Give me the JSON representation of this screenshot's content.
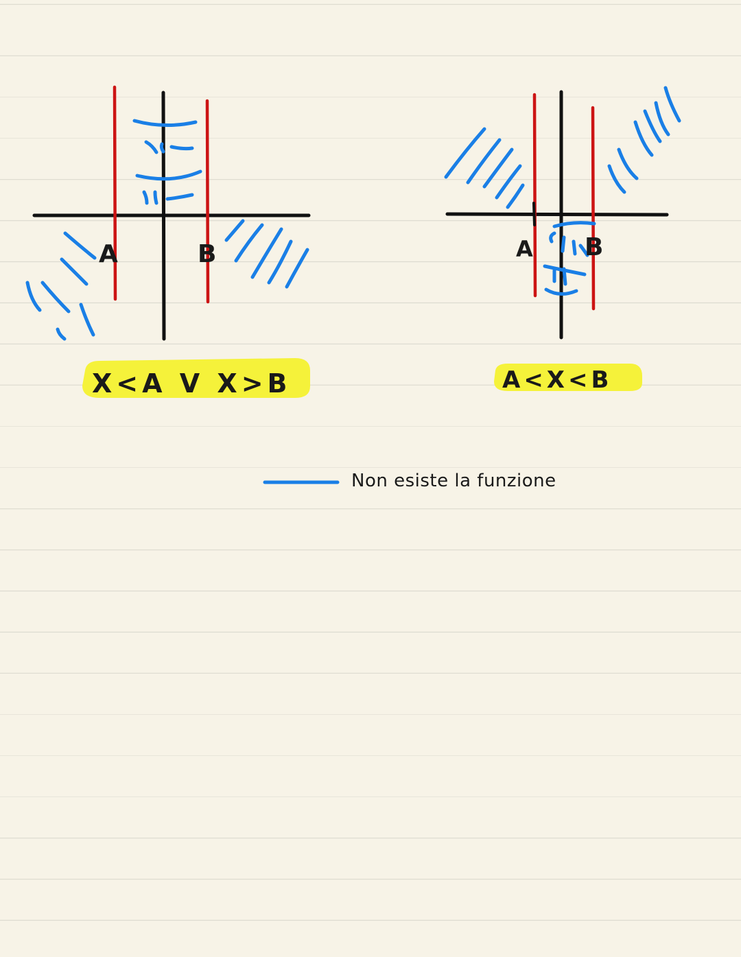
{
  "diagrams": [
    {
      "label_left": "A",
      "label_right": "B",
      "condition": "X<A V X>B"
    },
    {
      "label_left": "A",
      "label_right": "B",
      "condition": "A<X<B"
    }
  ],
  "legend": {
    "text": "Non esiste la funzione"
  },
  "colors": {
    "axis": "#111111",
    "asymptote": "#cc1414",
    "hatch": "#1a7fe6",
    "highlight": "#f5f23a"
  }
}
